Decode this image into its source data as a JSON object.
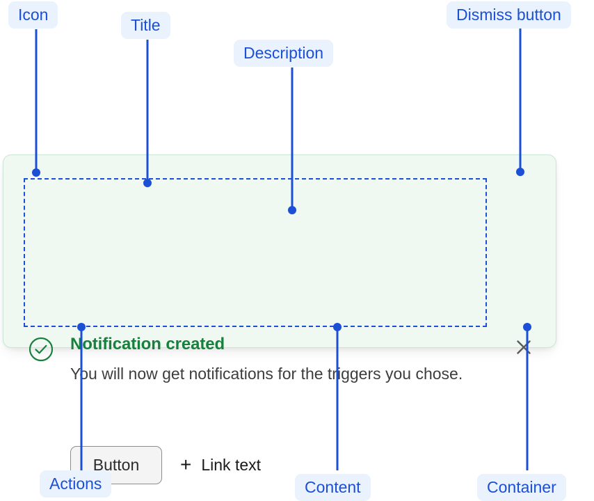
{
  "notification": {
    "status_icon": "check-circle-icon",
    "title": "Notification created",
    "description": "You will now get notifications for the triggers you chose.",
    "actions": {
      "button_label": "Button",
      "link_plus_glyph": "+",
      "link_label": "Link text"
    },
    "dismiss_icon": "close-icon"
  },
  "annotations": {
    "icon": "Icon",
    "title": "Title",
    "description": "Description",
    "dismiss_button": "Dismiss button",
    "actions": "Actions",
    "content": "Content",
    "container": "Container"
  },
  "colors": {
    "annotation_text": "#1a4fd6",
    "annotation_pill_bg": "#eaf2fd",
    "leader_line": "#1a4fd6",
    "success_green": "#16803c",
    "card_bg": "#f0f8f2",
    "card_border": "#cbe6d4",
    "description_text": "#3d3d3d",
    "button_bg": "#f4f4f4",
    "button_border": "#8c8c8c",
    "dismiss_icon": "#5a5a5a"
  }
}
